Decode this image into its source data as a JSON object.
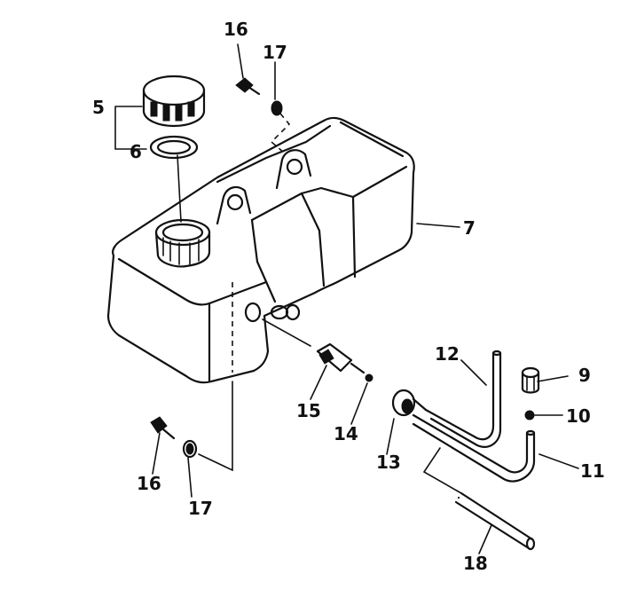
{
  "callouts": {
    "c5": "5",
    "c6": "6",
    "c7": "7",
    "c9": "9",
    "c10": "10",
    "c11": "11",
    "c12": "12",
    "c13": "13",
    "c14": "14",
    "c15": "15",
    "c16_top": "16",
    "c17_top": "17",
    "c16_bottom": "16",
    "c17_bottom": "17",
    "c18": "18"
  }
}
